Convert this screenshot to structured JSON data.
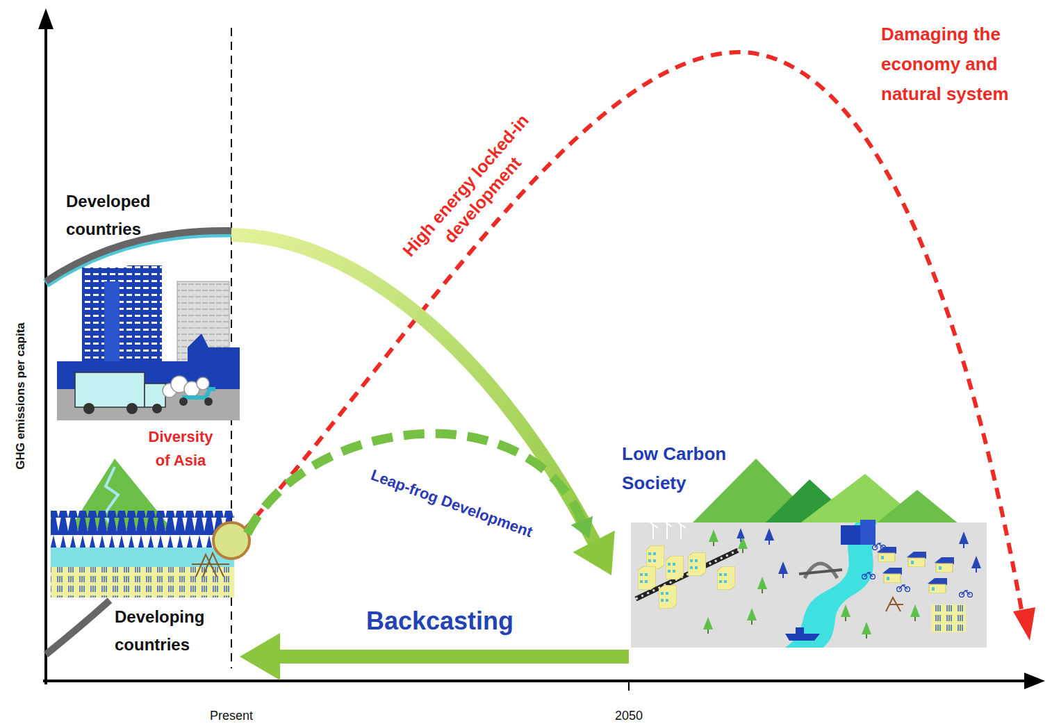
{
  "diagram": {
    "nodes": [
      {
        "text": [
          "Developed countries"
        ]
      },
      {
        "text": [
          "Developing countries"
        ]
      },
      {
        "text": [
          "Low Carbon Society"
        ]
      }
    ],
    "edges": [
      {
        "from": 0,
        "to": 2,
        "arrow": "to"
      },
      {
        "from": 1,
        "to": 2,
        "label": "Leap-frog Development",
        "arrow": "to"
      },
      {
        "from": 2,
        "to": 1,
        "label": "Backcasting",
        "arrow": "to"
      }
    ],
    "labels": [
      "Diversity of Asia",
      "High energy locked-in development",
      "Damaging the economy and natural system",
      "GHG emissions per capita",
      "Present",
      "2050"
    ]
  }
}
